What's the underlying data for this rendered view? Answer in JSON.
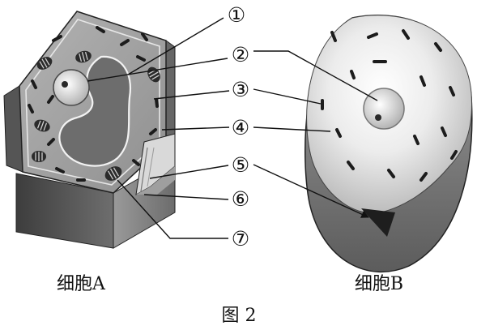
{
  "labels": [
    "①",
    "②",
    "③",
    "④",
    "⑤",
    "⑥",
    "⑦"
  ],
  "captions": {
    "cell_a": "细胞A",
    "cell_b": "细胞B",
    "figure": "图 2"
  }
}
